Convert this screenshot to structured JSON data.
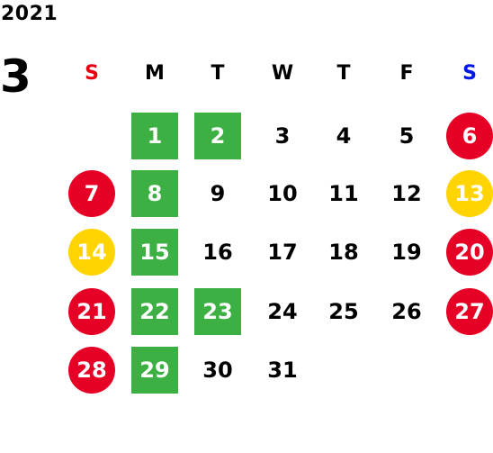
{
  "year": "2021",
  "month": "3",
  "colors": {
    "sunday_header": "#e60012",
    "saturday_header": "#0018e6",
    "green": "#3cb043",
    "red": "#e60026",
    "yellow": "#ffd400"
  },
  "weekdays": [
    "S",
    "M",
    "T",
    "W",
    "T",
    "F",
    "S"
  ],
  "weeks": [
    [
      null,
      {
        "d": "1",
        "style": "green"
      },
      {
        "d": "2",
        "style": "green"
      },
      {
        "d": "3"
      },
      {
        "d": "4"
      },
      {
        "d": "5"
      },
      {
        "d": "6",
        "style": "red"
      }
    ],
    [
      {
        "d": "7",
        "style": "red"
      },
      {
        "d": "8",
        "style": "green"
      },
      {
        "d": "9"
      },
      {
        "d": "10"
      },
      {
        "d": "11"
      },
      {
        "d": "12"
      },
      {
        "d": "13",
        "style": "yellow"
      }
    ],
    [
      {
        "d": "14",
        "style": "yellow"
      },
      {
        "d": "15",
        "style": "green"
      },
      {
        "d": "16"
      },
      {
        "d": "17"
      },
      {
        "d": "18"
      },
      {
        "d": "19"
      },
      {
        "d": "20",
        "style": "red"
      }
    ],
    [
      {
        "d": "21",
        "style": "red"
      },
      {
        "d": "22",
        "style": "green"
      },
      {
        "d": "23",
        "style": "green"
      },
      {
        "d": "24"
      },
      {
        "d": "25"
      },
      {
        "d": "26"
      },
      {
        "d": "27",
        "style": "red"
      }
    ],
    [
      {
        "d": "28",
        "style": "red"
      },
      {
        "d": "29",
        "style": "green"
      },
      {
        "d": "30"
      },
      {
        "d": "31"
      },
      null,
      null,
      null
    ]
  ]
}
